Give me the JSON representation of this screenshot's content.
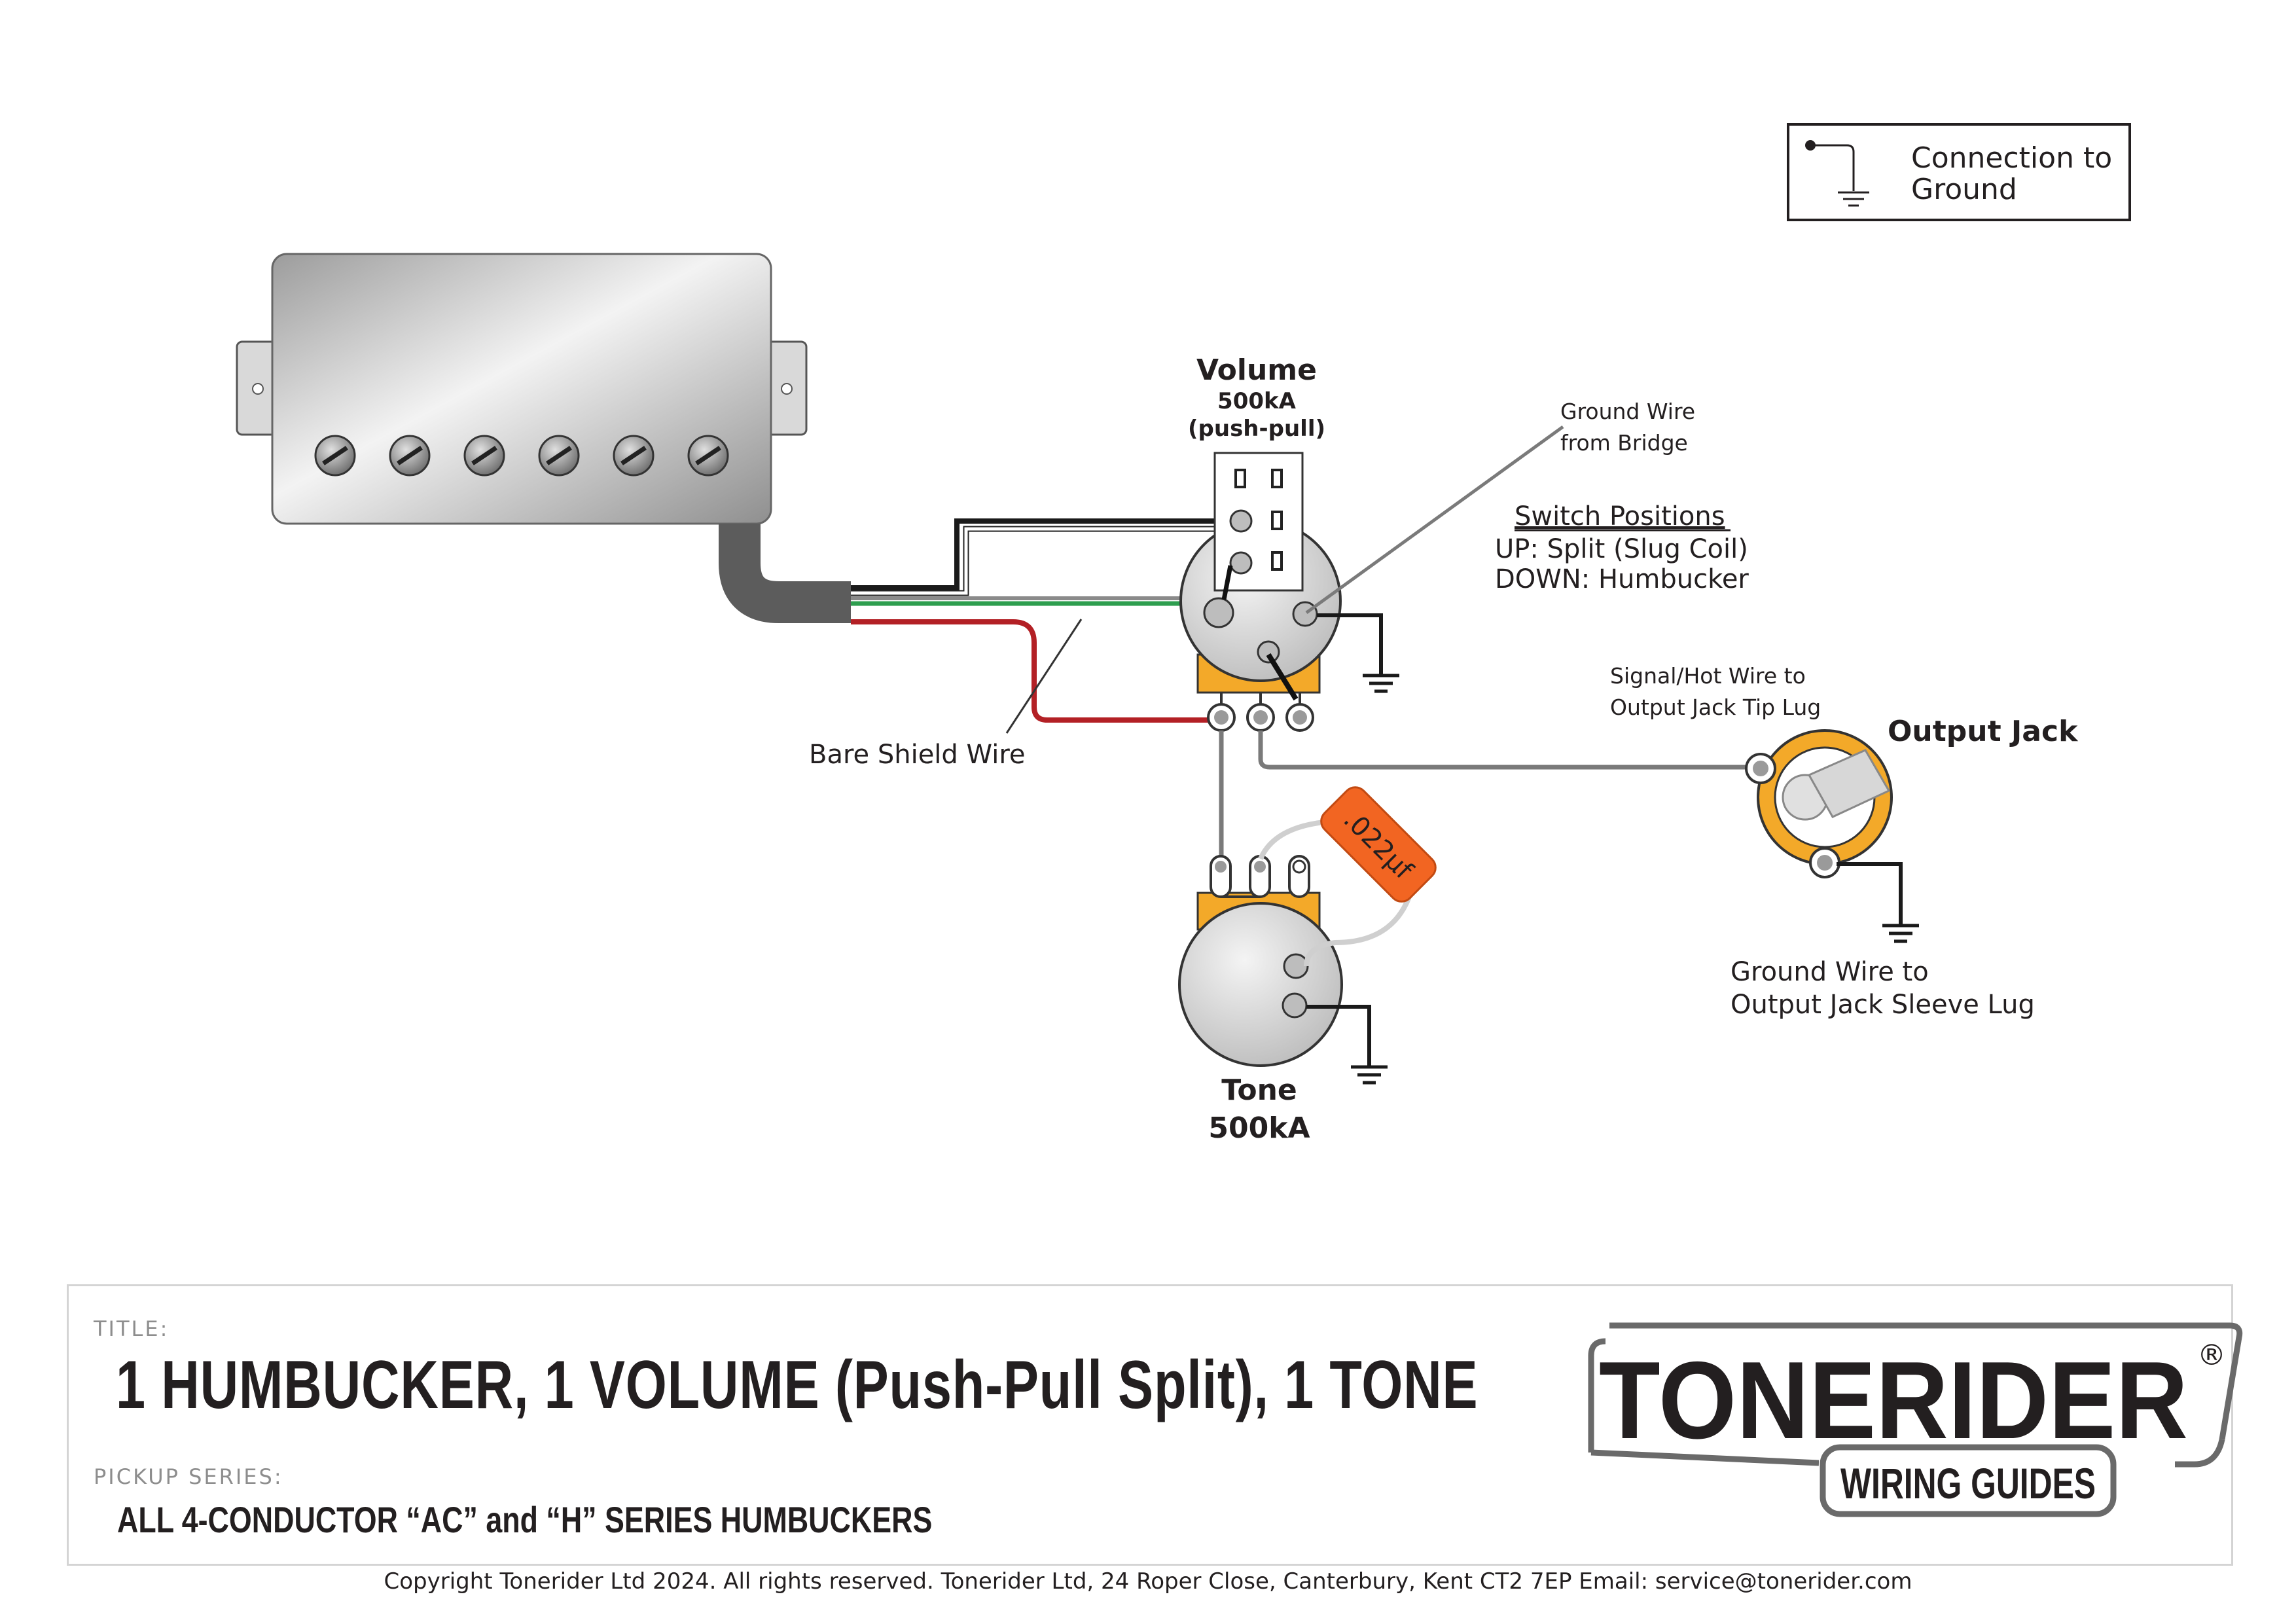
{
  "legend": {
    "text": "Connection to Ground"
  },
  "labels": {
    "volume_title": "Volume",
    "volume_value": "500kA",
    "volume_type": "(push-pull)",
    "bridge_ground_line1": "Ground Wire",
    "bridge_ground_line2": "from Bridge",
    "switch_positions_title": "Switch Positions",
    "switch_up": "UP: Split (Slug Coil)",
    "switch_down": "DOWN: Humbucker",
    "signal_line1": "Signal/Hot Wire to",
    "signal_line2": "Output Jack Tip Lug",
    "output_jack": "Output Jack",
    "bare_shield": "Bare Shield Wire",
    "jack_ground_line1": "Ground Wire to",
    "jack_ground_line2": "Output Jack Sleeve Lug",
    "tone_title": "Tone",
    "tone_value": "500kA",
    "capacitor": ".022µf"
  },
  "title_block": {
    "title_caption": "TITLE:",
    "title": "1 HUMBUCKER, 1 VOLUME (Push-Pull Split), 1 TONE",
    "series_caption": "PICKUP SERIES:",
    "series": "ALL 4-CONDUCTOR “AC” and “H” SERIES HUMBUCKERS"
  },
  "logo": {
    "brand": "TONERIDER",
    "registered": "®",
    "subtitle": "WIRING GUIDES"
  },
  "copyright": "Copyright Tonerider Ltd 2024. All rights reserved. Tonerider Ltd, 24 Roper Close, Canterbury, Kent CT2 7EP Email: service@tonerider.com",
  "colors": {
    "wire_black": "#1a1a1a",
    "wire_green": "#2e9e4f",
    "wire_red": "#b32025",
    "wire_grey": "#7a7a7a",
    "lug_orange": "#f3a929",
    "capacitor": "#f26522",
    "cable": "#5c5c5c"
  }
}
